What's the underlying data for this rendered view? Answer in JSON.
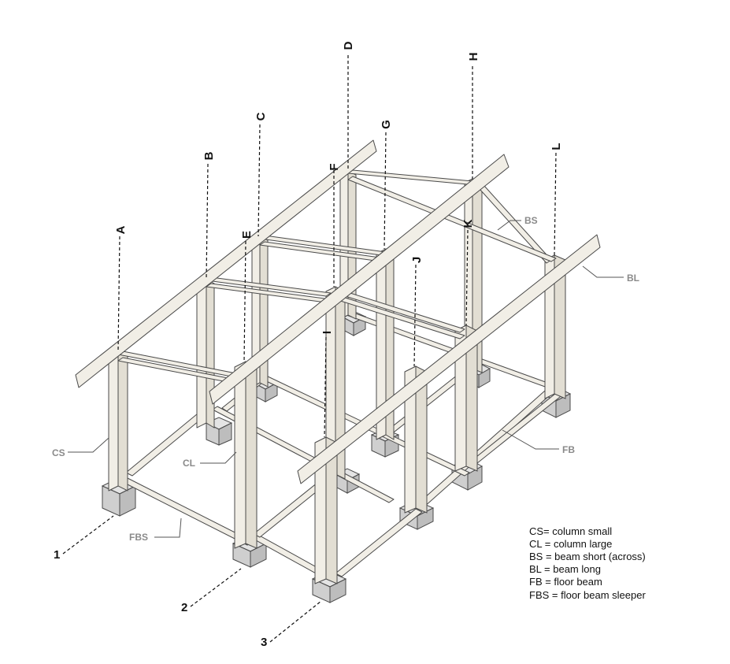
{
  "labels": {
    "column_letters": [
      "A",
      "B",
      "C",
      "D",
      "E",
      "F",
      "G",
      "H",
      "I",
      "J",
      "K",
      "L"
    ],
    "row_numbers": [
      "1",
      "2",
      "3"
    ]
  },
  "callouts": {
    "cs": "CS",
    "cl": "CL",
    "bs": "BS",
    "bl": "BL",
    "fb": "FB",
    "fbs": "FBS"
  },
  "legend": [
    "CS= column small",
    "CL = column large",
    "BS = beam short (across)",
    "BL = beam long",
    "FB = floor beam",
    "FBS = floor beam sleeper"
  ]
}
